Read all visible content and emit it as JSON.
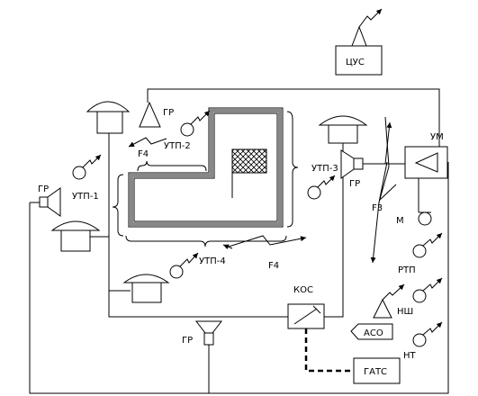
{
  "labels": {
    "cus": "ЦУС",
    "um": "УМ",
    "utp1": "УТП-1",
    "utp2": "УТП-2",
    "utp3": "УТП-3",
    "utp4": "УТП-4",
    "kos": "КОС",
    "gats": "ГАТС",
    "aso": "АСО",
    "gr": "ГР",
    "f3": "F3",
    "f4": "F4",
    "m": "М",
    "rtp": "РТП",
    "nsh": "НШ",
    "nt": "НТ"
  }
}
